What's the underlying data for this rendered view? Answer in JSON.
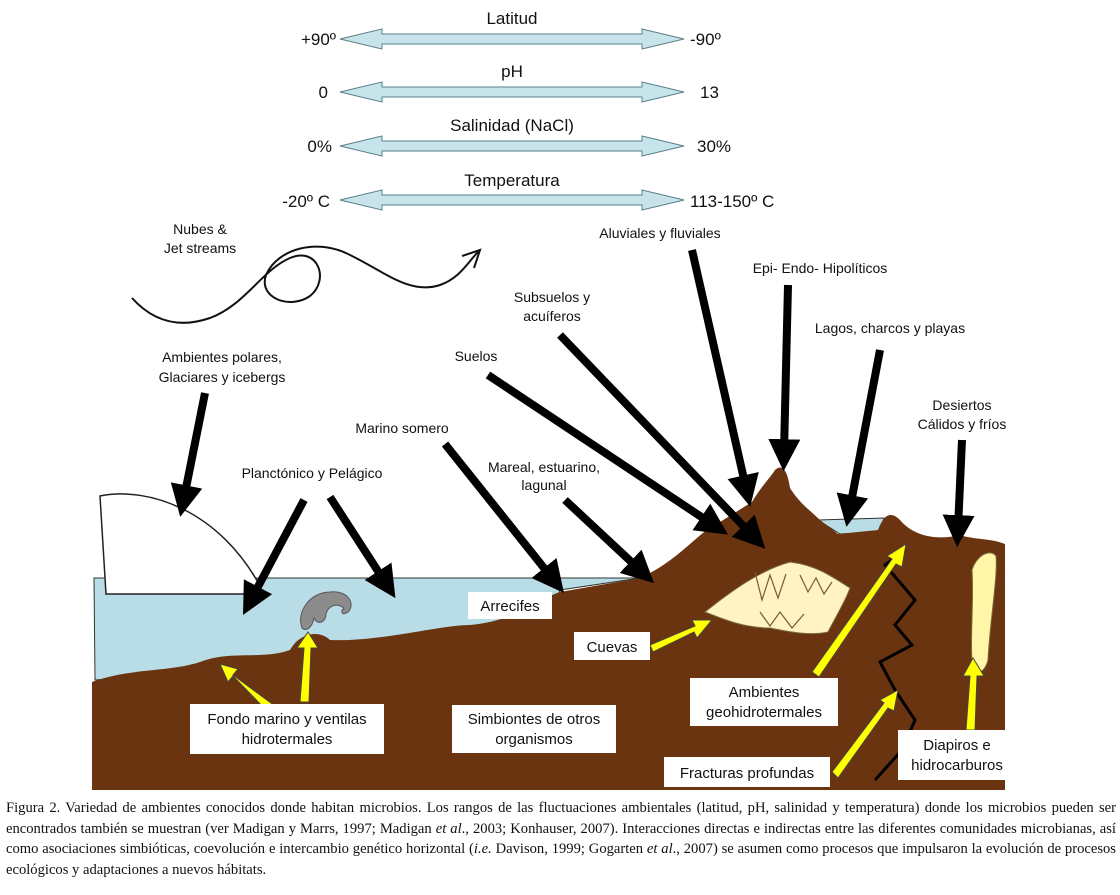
{
  "ranges": {
    "latitud": {
      "title": "Latitud",
      "min": "+90º",
      "max": "-90º"
    },
    "ph": {
      "title": "pH",
      "min": "0",
      "max": "13"
    },
    "salinidad": {
      "title": "Salinidad (NaCl)",
      "min": "0%",
      "max": "30%"
    },
    "temperatura": {
      "title": "Temperatura",
      "min": "-20º C",
      "max": "113-150º C"
    }
  },
  "labels": {
    "nubes_1": "Nubes &",
    "nubes_2": "Jet streams",
    "polares_1": "Ambientes polares,",
    "polares_2": "Glaciares y icebergs",
    "planctonico": "Planctónico y Pelágico",
    "marino_somero": "Marino somero",
    "suelos": "Suelos",
    "subsuelos_1": "Subsuelos y",
    "subsuelos_2": "acuíferos",
    "mareal_1": "Mareal, estuarino,",
    "mareal_2": "lagunal",
    "aluviales": "Aluviales y fluviales",
    "epi": "Epi- Endo- Hipolíticos",
    "lagos": "Lagos, charcos y playas",
    "desiertos_1": "Desiertos",
    "desiertos_2": "Cálidos y fríos"
  },
  "boxes": {
    "arrecifes": "Arrecifes",
    "cuevas": "Cuevas",
    "fondo_1": "Fondo marino y ventilas",
    "fondo_2": "hidrotermales",
    "simbiontes_1": "Simbiontes de otros",
    "simbiontes_2": "organismos",
    "geo_1": "Ambientes",
    "geo_2": "geohidrotermales",
    "fracturas": "Fracturas profundas",
    "diapiros_1": "Diapiros e",
    "diapiros_2": "hidrocarburos"
  },
  "caption": {
    "p1": "Figura 2. Variedad de ambientes conocidos donde habitan microbios. Los rangos de las fluctuaciones ambientales (latitud, pH, salinidad y temperatura) donde los microbios pueden ser encontrados también se muestran (ver Madigan y Marrs, 1997; Madigan ",
    "etal1": "et al",
    "p2": "., 2003; Konhauser, 2007). Interacciones directas e indirectas entre las diferentes comunidades microbianas, así como asociaciones simbióticas, coevolución e intercambio genético horizontal (",
    "ie": "i.e.",
    "p3": " Davison, 1999; Gogarten ",
    "etal2": "et al",
    "p4": "., 2007) se asumen como procesos que impulsaron la evolución de procesos ecológicos y adaptaciones a nuevos hábitats."
  },
  "colors": {
    "ground": "#6b3410",
    "water": "#b9dde6",
    "range_arrow": "#c7e4ea",
    "yellow_arrow": "#ffff00",
    "cave": "#fff2c4"
  }
}
